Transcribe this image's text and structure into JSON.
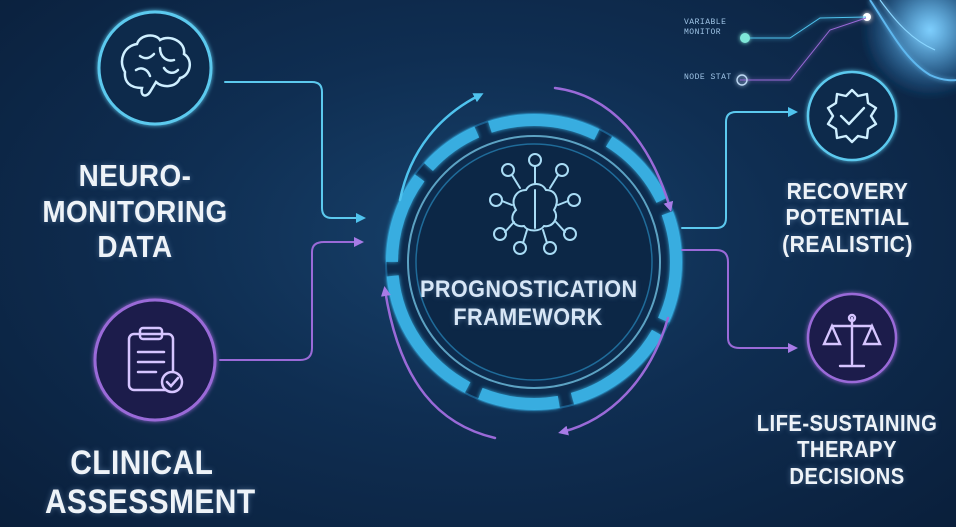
{
  "nodes": {
    "neuro_monitoring": {
      "lines": [
        "NEURO-MONITORING",
        "DATA"
      ],
      "icon": "brain-icon"
    },
    "clinical_assessment": {
      "lines": [
        "CLINICAL",
        "ASSESSMENT"
      ],
      "icon": "clipboard-check-icon"
    },
    "framework": {
      "lines": [
        "PROGNOSTICATION",
        "FRAMEWORK"
      ],
      "icon": "brain-network-icon"
    },
    "recovery_potential": {
      "lines": [
        "RECOVERY POTENTIAL",
        "(REALISTIC)"
      ],
      "icon": "checkmark-badge-icon"
    },
    "life_sustaining": {
      "lines": [
        "LIFE-SUSTAINING",
        "THERAPY DECISIONS"
      ],
      "icon": "scales-icon"
    }
  },
  "status_readouts": [
    "VARIABLE",
    "MONITOR",
    "NODE STAT"
  ],
  "colors": {
    "background": "#0f2e52",
    "cyan_accent": "#4fc3ee",
    "purple_accent": "#9a6ad8",
    "text": "#eef3f8"
  }
}
